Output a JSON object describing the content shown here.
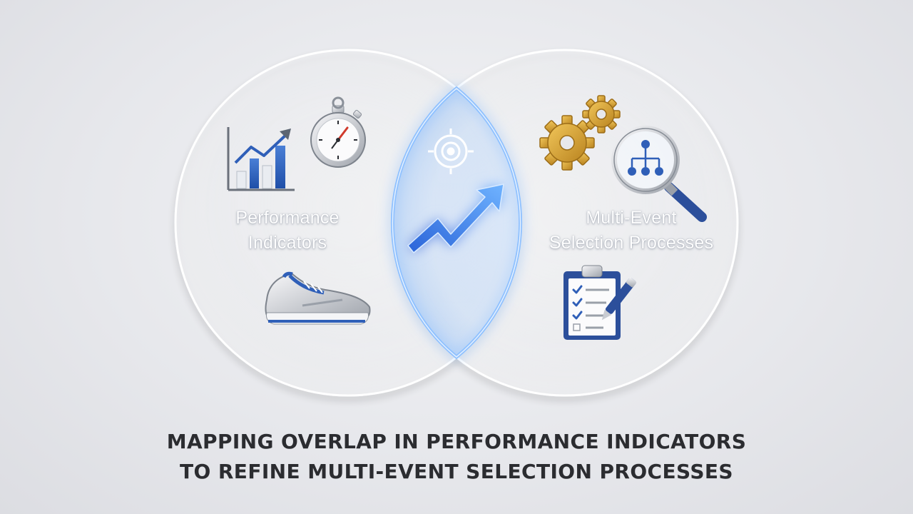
{
  "diagram": {
    "left_set": {
      "label_lines": [
        "Performance",
        "Indicators"
      ],
      "icons": [
        "bar-chart-icon",
        "stopwatch-icon",
        "running-shoe-icon"
      ]
    },
    "right_set": {
      "label_lines": [
        "Multi-Event",
        "Selection Processes"
      ],
      "icons": [
        "gears-icon",
        "magnifier-hierarchy-icon",
        "clipboard-checklist-icon"
      ]
    },
    "overlap": {
      "icons": [
        "target-icon",
        "trend-arrow-icon"
      ]
    },
    "caption_lines": [
      "MAPPING OVERLAP IN PERFORMANCE INDICATORS",
      "TO REFINE MULTI-EVENT SELECTION PROCESSES"
    ]
  },
  "colors": {
    "accent_blue": "#3d7ee0",
    "glow_blue": "#8fc1ff",
    "caption_text": "#2b2c30",
    "gold": "#d9a432",
    "background": "#e7e8ec"
  }
}
